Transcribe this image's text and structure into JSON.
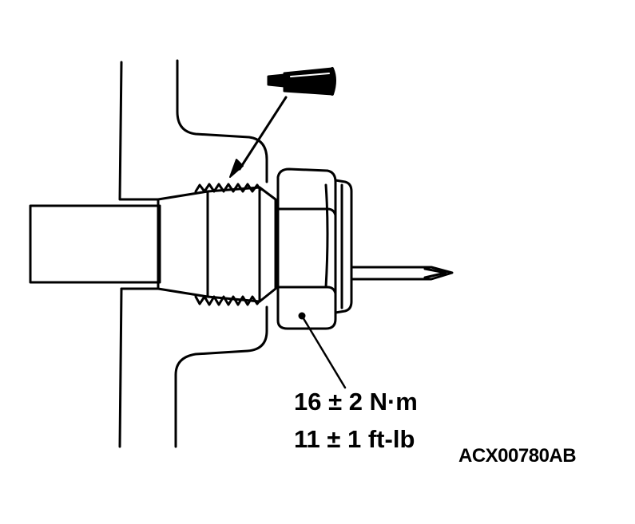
{
  "diagram": {
    "torque_metric": "16 ± 2 N·m",
    "torque_imperial": "11 ± 1 ft-lb",
    "figure_code": "ACX00780AB",
    "icons": [
      "sealant-tube-icon"
    ],
    "line_color": "#000000",
    "background_color": "#ffffff"
  }
}
